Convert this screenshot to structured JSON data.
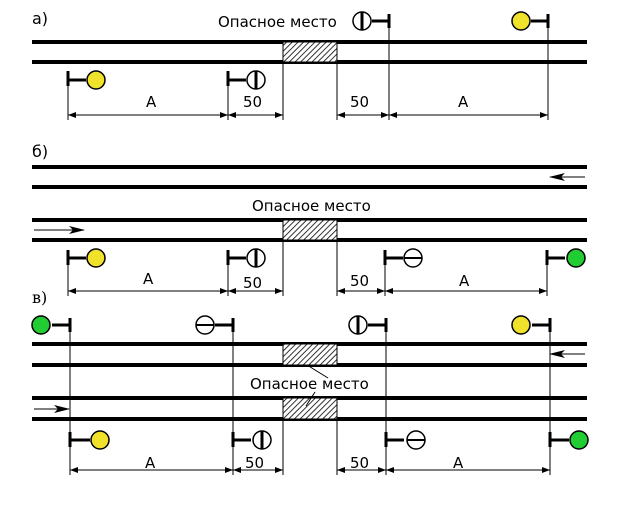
{
  "sections": [
    {
      "label": "а)",
      "danger_label": "Опасное место",
      "dims": [
        "А",
        "50",
        "50",
        "А"
      ]
    },
    {
      "label": "б)",
      "danger_label": "Опасное место",
      "dims": [
        "А",
        "50",
        "50",
        "А"
      ]
    },
    {
      "label": "в)",
      "danger_label": "Опасное место",
      "dims": [
        "А",
        "50",
        "50",
        "А"
      ]
    }
  ],
  "colors": {
    "yellow": "#f0e22a",
    "green": "#22cc33",
    "white": "#ffffff",
    "track": "#000000"
  },
  "signal_types": {
    "warning_yellow": "yellow-lamp-icon",
    "stop_vertical_bar": "stop-signal-vertical-bar-icon",
    "stop_horizontal_bar": "stop-signal-horizontal-bar-icon",
    "clear_green": "green-lamp-icon"
  }
}
